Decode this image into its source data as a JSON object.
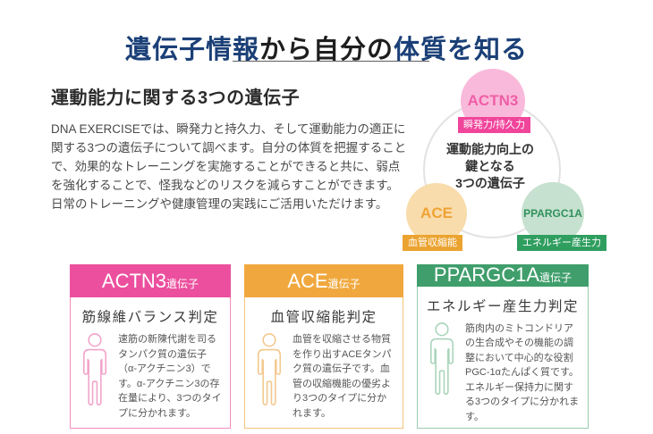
{
  "title": {
    "part1": "遺伝子情報",
    "part2": "から自分の",
    "part3": "体質を知る"
  },
  "intro": {
    "heading": "運動能力に関する3つの遺伝子",
    "body": "DNA EXERCISEでは、瞬発力と持久力、そして運動能力の適正に関する3つの遺伝子について調べます。自分の体質を把握することで、効果的なトレーニングを実施することができると共に、弱点を強化することで、怪我などのリスクを減らすことができます。\n日常のトレーニングや健康管理の実践にご活用いただけます。"
  },
  "diagram": {
    "center_line1": "運動能力向上の",
    "center_line2": "鍵となる",
    "center_line3": "3つの遺伝子",
    "ring_color": "#e2e2e2",
    "nodes": [
      {
        "gene": "ACTN3",
        "trait": "瞬発力/持久力",
        "circle_fill": "#f9b9da",
        "gene_color": "#ee5fa7",
        "trait_bg": "#f0459b"
      },
      {
        "gene": "ACE",
        "trait": "血管収縮能",
        "circle_fill": "#f8dcab",
        "gene_color": "#f0a335",
        "trait_bg": "#eba330"
      },
      {
        "gene": "PPARGC1A",
        "trait": "エネルギー産生力",
        "circle_fill": "#c6e1cf",
        "gene_color": "#31915d",
        "trait_bg": "#2f9e5f"
      }
    ]
  },
  "cards": [
    {
      "gene": "ACTN3",
      "suffix": "遺伝子",
      "subtitle": "筋線維バランス判定",
      "description": "速筋の新陳代謝を司るタンパク質の遺伝子（α-アクチニン3）です。α-アクチニン3の存在量により、3つのタイプに分かれます。",
      "accent": "#ec4f9e"
    },
    {
      "gene": "ACE",
      "suffix": "遺伝子",
      "subtitle": "血管収縮能判定",
      "description": "血管を収縮させる物質を作り出すACEタンパク質の遺伝子です。血管の収縮機能の優劣より3つのタイプに分かれます。",
      "accent": "#f0a83e"
    },
    {
      "gene": "PPARGC1A",
      "suffix": "遺伝子",
      "subtitle": "エネルギー産生力判定",
      "description": "筋肉内のミトコンドリアの生合成やその機能の調整において中心的な役割PGC-1αたんぱく質です。\nエネルギー保持力に関する3つのタイプに分かれます。",
      "accent": "#3f9e6b"
    }
  ]
}
